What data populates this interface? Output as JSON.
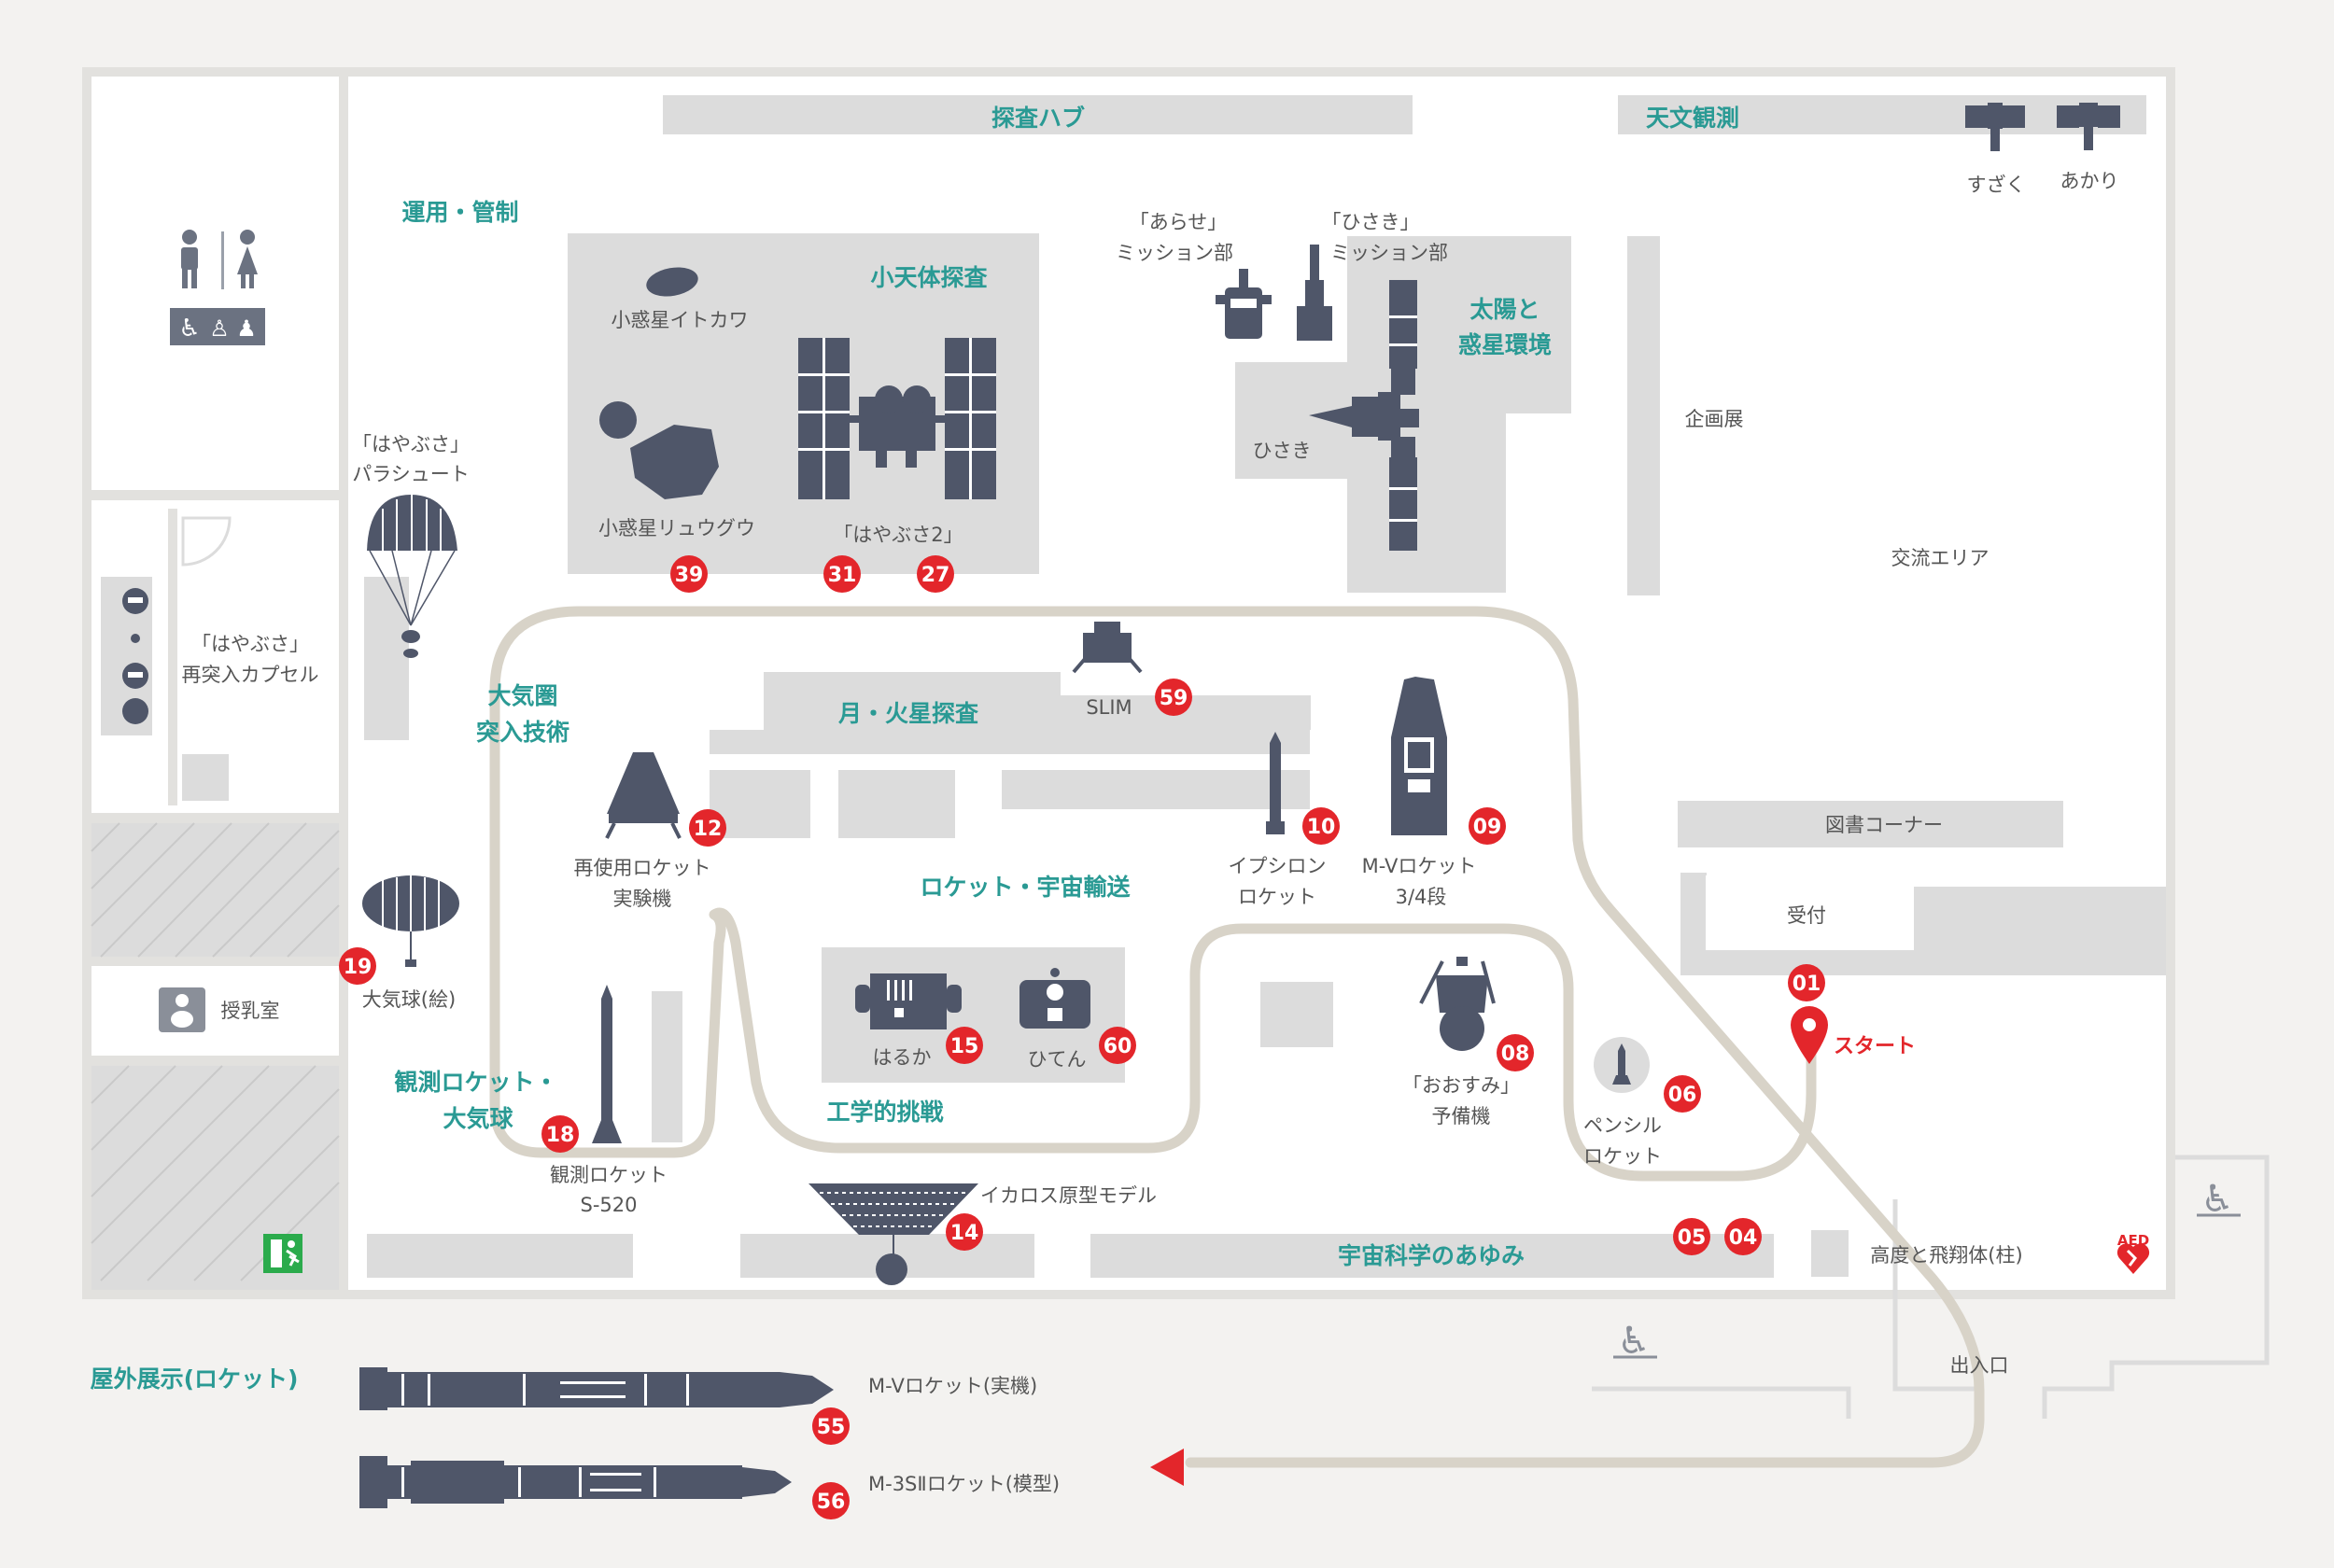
{
  "colors": {
    "background": "#f3f2f0",
    "floor": "#ffffff",
    "block": "#dcdcdc",
    "icon": "#4f5669",
    "zone_text": "#2a9a94",
    "route": "#d8d3c8",
    "badge": "#e3262b"
  },
  "zones": {
    "explore_hub": "探査ハブ",
    "astronomy": "天文観測",
    "operations": "運用・管制",
    "small_bodies": "小天体探査",
    "sun_planets_1": "太陽と",
    "sun_planets_2": "惑星環境",
    "reentry_1": "大気圏",
    "reentry_2": "突入技術",
    "moon_mars": "月・火星探査",
    "rocket_transport": "ロケット・宇宙輸送",
    "sounding_1": "観測ロケット・",
    "sounding_2": "大気球",
    "engineering": "工学的挑戦",
    "space_history": "宇宙科学のあゆみ",
    "outdoor": "屋外展示(ロケット)"
  },
  "labels": {
    "suzaku": "すざく",
    "akari": "あかり",
    "arase_1": "「あらせ」",
    "arase_2": "ミッション部",
    "hisaki_top_1": "「ひさき」",
    "hisaki_top_2": "ミッション部",
    "hisaki": "ひさき",
    "itokawa": "小惑星イトカワ",
    "ryugu": "小惑星リュウグウ",
    "hayabusa2": "「はやぶさ2」",
    "parachute_1": "「はやぶさ」",
    "parachute_2": "パラシュート",
    "capsule_1": "「はやぶさ」",
    "capsule_2": "再突入カプセル",
    "kikaku": "企画展",
    "koryu": "交流エリア",
    "slim": "SLIM",
    "reusable_1": "再使用ロケット",
    "reusable_2": "実験機",
    "epsilon_1": "イプシロン",
    "epsilon_2": "ロケット",
    "mv34_1": "M-Vロケット",
    "mv34_2": "3/4段",
    "library": "図書コーナー",
    "reception": "受付",
    "start": "スタート",
    "balloon": "大気球(絵)",
    "nursing": "授乳室",
    "haruka": "はるか",
    "hiten": "ひてん",
    "ohsumi_1": "「おおすみ」",
    "ohsumi_2": "予備機",
    "pencil_1": "ペンシル",
    "pencil_2": "ロケット",
    "s520_1": "観測ロケット",
    "s520_2": "S-520",
    "ikaros": "イカロス原型モデル",
    "pillar": "高度と飛翔体(柱)",
    "aed": "AED",
    "entrance": "出入口",
    "mv_real": "M-Vロケット(実機)",
    "m3s2": "M-3SⅡロケット(模型)"
  },
  "badges": {
    "b39": "39",
    "b31": "31",
    "b27": "27",
    "b59": "59",
    "b12": "12",
    "b10": "10",
    "b09": "09",
    "b01": "01",
    "b19": "19",
    "b15": "15",
    "b60": "60",
    "b08": "08",
    "b06": "06",
    "b18": "18",
    "b14": "14",
    "b05": "05",
    "b04": "04",
    "b55": "55",
    "b56": "56"
  },
  "icons": {
    "toilet": "restroom-icon",
    "accessible_toilet": "accessible-toilet-icon",
    "nursing": "nursing-room-icon",
    "exit": "emergency-exit-icon",
    "wheelchair": "wheelchair-icon",
    "aed": "aed-icon",
    "start": "map-pin-icon",
    "route_end": "route-arrow-icon"
  }
}
